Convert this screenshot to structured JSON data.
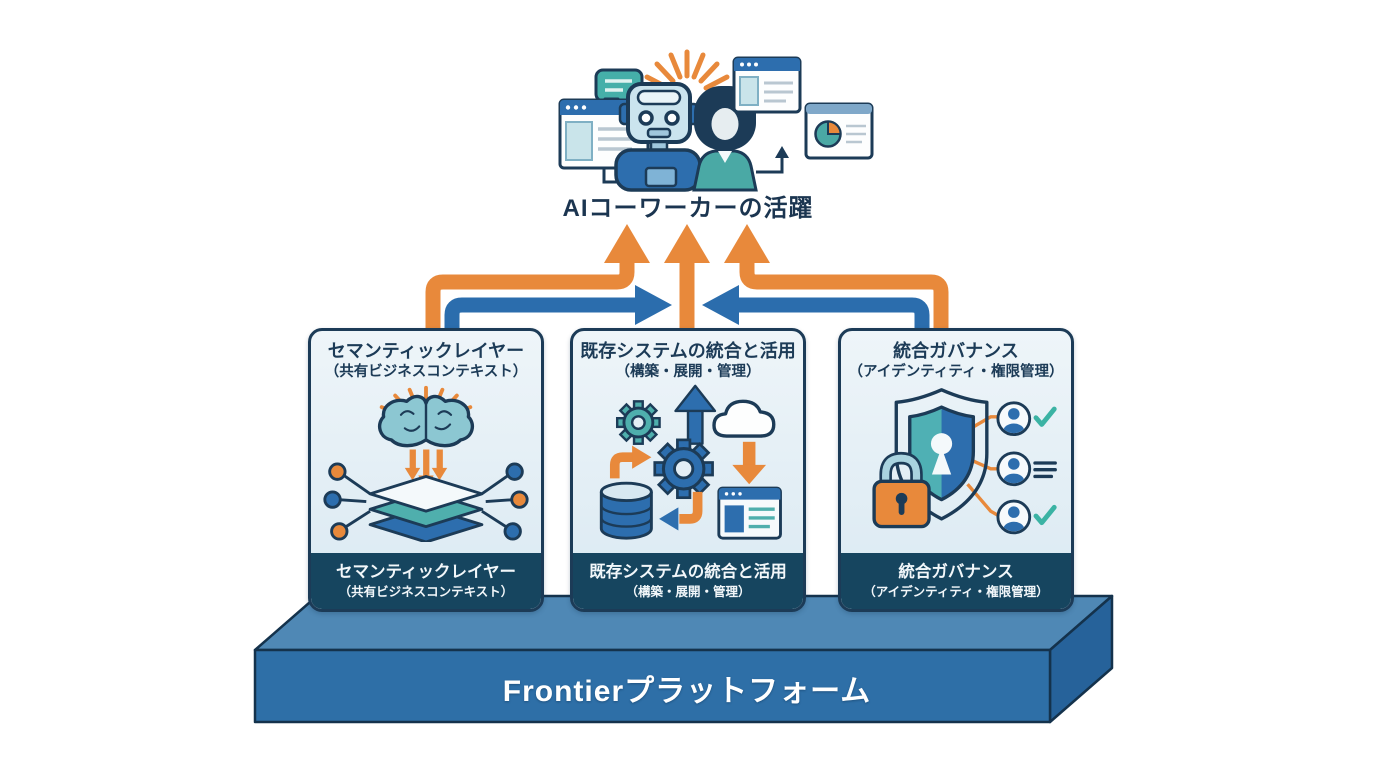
{
  "hero": {
    "title": "AIコーワーカーの活躍",
    "illustration_parts": [
      "rays-icon",
      "speech-bubble-icon",
      "browser-window-icon",
      "robot-icon",
      "woman-icon",
      "browser-window-icon",
      "pie-chart-window-icon",
      "up-arrow-icon"
    ]
  },
  "cards": [
    {
      "id": "semantic-layer",
      "header_line1": "セマンティックレイヤー",
      "header_line2": "（共有ビジネスコンテキスト）",
      "footer_line1": "セマンティックレイヤー",
      "footer_line2": "（共有ビジネスコンテキスト）",
      "icon": "brain-layers-icon"
    },
    {
      "id": "system-integration",
      "header_line1": "既存システムの統合と活用",
      "header_line2": "（構築・展開・管理）",
      "footer_line1": "既存システムの統合と活用",
      "footer_line2": "（構築・展開・管理）",
      "icon": "gears-cloud-database-icon"
    },
    {
      "id": "governance",
      "header_line1": "統合ガバナンス",
      "header_line2": "（アイデンティティ・権限管理）",
      "footer_line1": "統合ガバナンス",
      "footer_line2": "（アイデンティティ・権限管理）",
      "icon": "shield-lock-users-icon"
    }
  ],
  "platform": {
    "label": "Frontierプラットフォーム"
  },
  "arrows": {
    "up_arrows": 3,
    "up_color": "#E8893B",
    "inward_arrows": 2,
    "inward_color": "#2B6DAD"
  },
  "colors": {
    "orange": "#E8893B",
    "blue": "#2D6EAE",
    "teal": "#4FAFAD",
    "navy": "#1C3B57",
    "card_bg": "#E3EEF5",
    "footer_bg": "#16455F",
    "platform_front": "#2E6FA7",
    "platform_top": "#4F88B5",
    "platform_side": "#26629A"
  }
}
